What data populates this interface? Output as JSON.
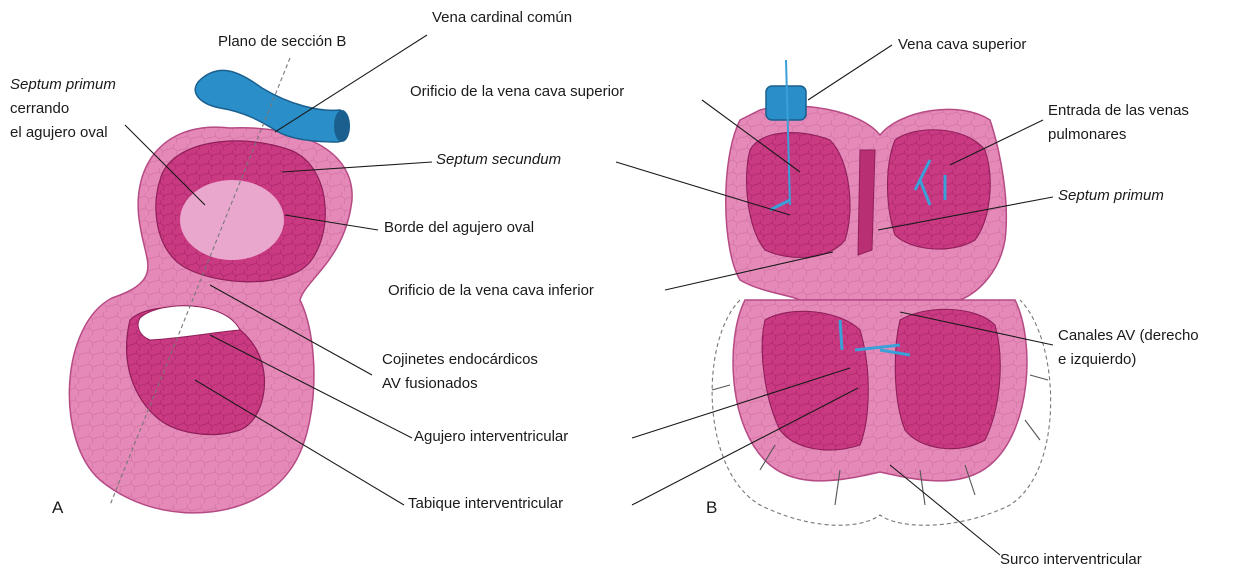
{
  "colors": {
    "tissue": "#e58ab8",
    "tissue_dark": "#c9367f",
    "chamber": "#c93a83",
    "oval_light": "#eaa7cd",
    "vessel_blue": "#2a8fc8",
    "vessel_dark": "#1a5f8e",
    "blood_arrow": "#3aa0d8"
  },
  "labels": {
    "septum_primum_closing": [
      "Septum primum",
      "cerrando",
      "el agujero oval"
    ],
    "plano_seccion": "Plano de sección B",
    "vena_cardinal": "Vena cardinal común",
    "septum_secundum": "Septum secundum",
    "borde_agujero_oval": "Borde del agujero oval",
    "cojinetes": [
      "Cojinetes endocárdicos",
      "AV fusionados"
    ],
    "agujero_interventricular": "Agujero interventricular",
    "tabique_interventricular": "Tabique interventricular",
    "orificio_vcs": "Orificio de la vena cava superior",
    "orificio_vci": "Orificio de la vena cava inferior",
    "vena_cava_superior": "Vena cava superior",
    "venas_pulmonares": [
      "Entrada de las venas",
      "pulmonares"
    ],
    "septum_primum_b": "Septum primum",
    "canales_av": [
      "Canales AV (derecho",
      "e izquierdo)"
    ],
    "surco_interventricular": "Surco interventricular"
  },
  "panels": {
    "a": "A",
    "b": "B"
  }
}
